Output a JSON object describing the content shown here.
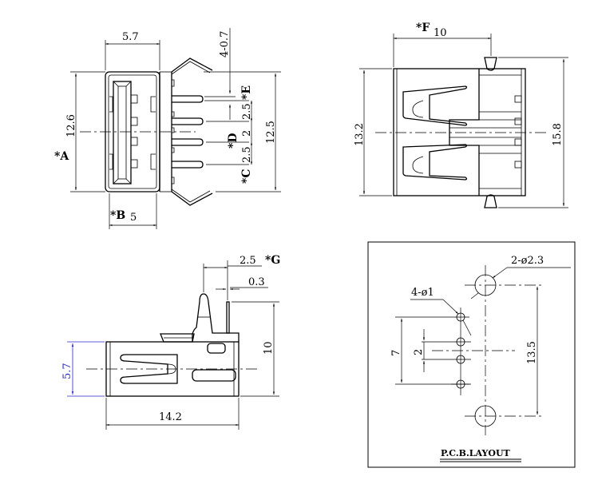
{
  "views": {
    "front": {
      "dims": {
        "width_top": "5.7",
        "pin_pitch": "4-0.7",
        "E_label": "*E",
        "E_value": "2.5",
        "D_label": "*D",
        "D_value": "2",
        "C_label": "*C",
        "C_value": "2.5",
        "height_right": "12.5",
        "height_left": "12.6",
        "A_label": "*A",
        "B_label": "*B",
        "B_value": "5"
      }
    },
    "top": {
      "dims": {
        "F_label": "*F",
        "F_value": "10",
        "height_left": "13.2",
        "height_right": "15.8"
      }
    },
    "side": {
      "dims": {
        "G_value": "2.5",
        "G_label": "*G",
        "pin_thickness": "0.3",
        "height_right": "10",
        "height_left": "5.7",
        "length_bottom": "14.2"
      }
    },
    "pcb": {
      "dims": {
        "mount_holes": "2-ø2.3",
        "pin_holes": "4-ø1",
        "pin_span": "7",
        "pin_pitch": "2",
        "mount_span": "13.5"
      },
      "title": "P.C.B.LAYOUT"
    }
  },
  "colors": {
    "line": "#000000",
    "highlight_dim": "#2828c8"
  }
}
